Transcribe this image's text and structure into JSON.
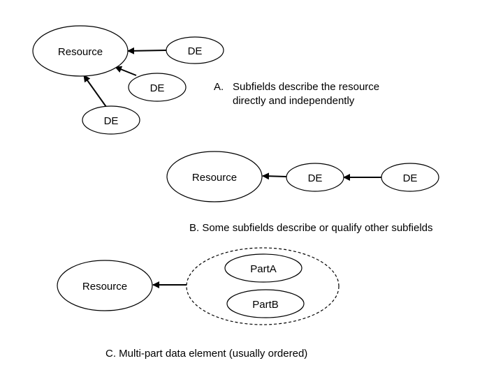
{
  "section_a": {
    "resource_label": "Resource",
    "de_labels": [
      "DE",
      "DE",
      "DE"
    ],
    "marker": "A.",
    "caption_line1": "Subfields describe the resource",
    "caption_line2": "directly and independently"
  },
  "section_b": {
    "resource_label": "Resource",
    "de_labels": [
      "DE",
      "DE"
    ],
    "caption": "B. Some subfields describe or qualify other subfields"
  },
  "section_c": {
    "resource_label": "Resource",
    "parts": [
      "PartA",
      "PartB"
    ],
    "caption": "C. Multi-part data element (usually ordered)"
  }
}
